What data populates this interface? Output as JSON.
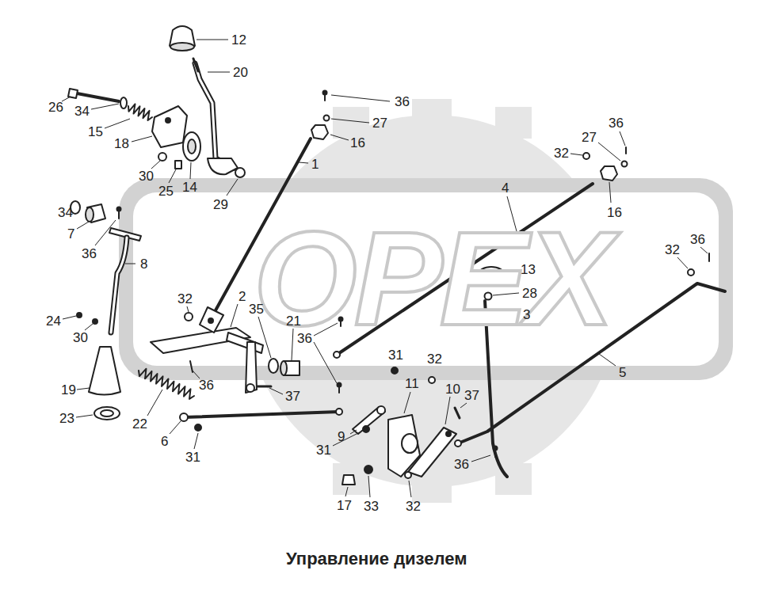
{
  "diagram": {
    "caption": "Управление дизелем",
    "labels": [
      "12",
      "20",
      "26",
      "34",
      "36",
      "15",
      "18",
      "27",
      "16",
      "1",
      "30",
      "25",
      "14",
      "29",
      "36",
      "27",
      "32",
      "16",
      "4",
      "34",
      "7",
      "36",
      "8",
      "32",
      "36",
      "13",
      "28",
      "32",
      "2",
      "35",
      "21",
      "3",
      "24",
      "30",
      "36",
      "5",
      "19",
      "36",
      "37",
      "31",
      "32",
      "11",
      "10",
      "37",
      "23",
      "22",
      "6",
      "9",
      "31",
      "31",
      "36",
      "17",
      "33",
      "32",
      "OPEX"
    ]
  }
}
